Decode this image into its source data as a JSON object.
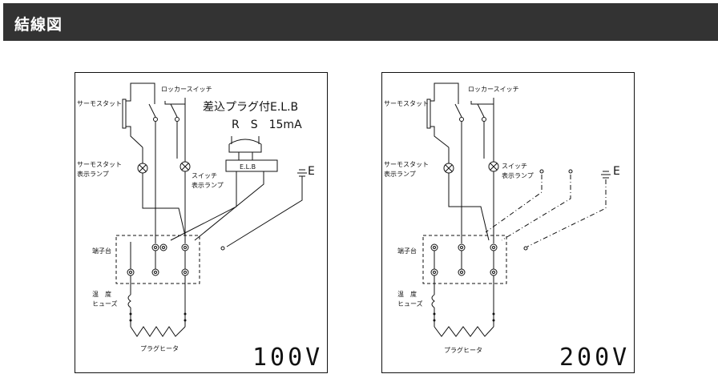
{
  "header": {
    "title": "結線図"
  },
  "diagrams": [
    {
      "id": "100v",
      "voltage": "100V",
      "labels": {
        "rocker_switch": "ロッカースイッチ",
        "thermostat": "サーモスタット",
        "plug_elb": "差込プラグ付E.L.B",
        "rs_current": "R　S　15mA",
        "elb_box": "E.L.B",
        "earth": "E",
        "thermo_lamp_1": "サーモスタット",
        "thermo_lamp_2": "表示ランプ",
        "switch_lamp_1": "スイッチ",
        "switch_lamp_2": "表示ランプ",
        "terminal": "端子台",
        "fuse_1": "温　度",
        "fuse_2": "ヒューズ",
        "heater": "プラグヒータ"
      }
    },
    {
      "id": "200v",
      "voltage": "200V",
      "labels": {
        "rocker_switch": "ロッカースイッチ",
        "thermostat": "サーモスタット",
        "earth": "E",
        "thermo_lamp_1": "サーモスタット",
        "thermo_lamp_2": "表示ランプ",
        "switch_lamp_1": "スイッチ",
        "switch_lamp_2": "表示ランプ",
        "terminal": "端子台",
        "fuse_1": "温　度",
        "fuse_2": "ヒューズ",
        "heater": "プラグヒータ"
      }
    }
  ]
}
